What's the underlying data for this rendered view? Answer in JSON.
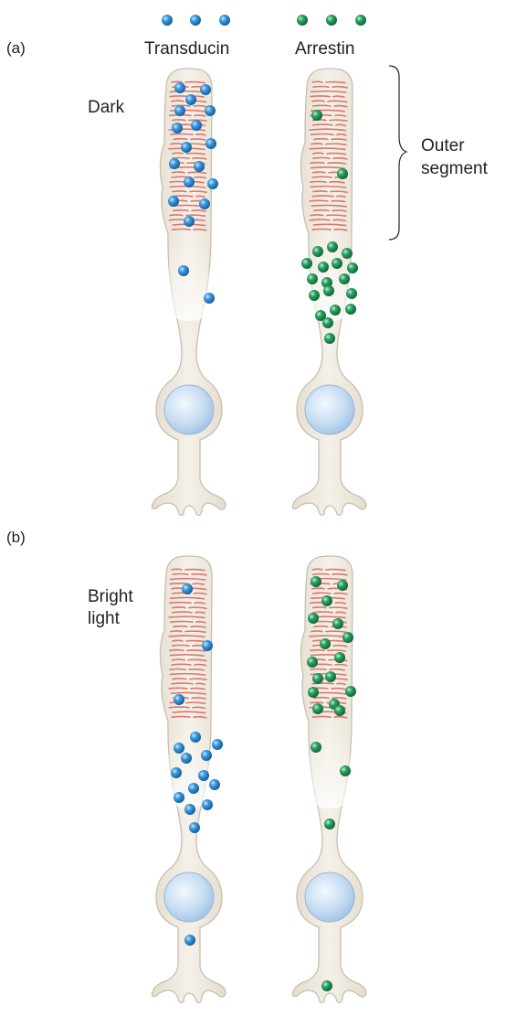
{
  "legend": [
    {
      "name": "Transducin",
      "color": "#2b8fd6"
    },
    {
      "name": "Arrestin",
      "color": "#22985a"
    }
  ],
  "panels": [
    {
      "label": "(a)",
      "condition": "Dark"
    },
    {
      "label": "(b)",
      "condition": [
        "Bright",
        "light"
      ]
    }
  ],
  "bracket_label": [
    "Outer",
    "segment"
  ],
  "colors": {
    "cell_fill": "#ece6d9",
    "cell_stroke": "#c8bfae",
    "disc": "#d9786e",
    "nucleus": "#bfd9f2",
    "transducin": "#2b8fd6",
    "arrestin": "#22985a",
    "text": "#231f20"
  }
}
